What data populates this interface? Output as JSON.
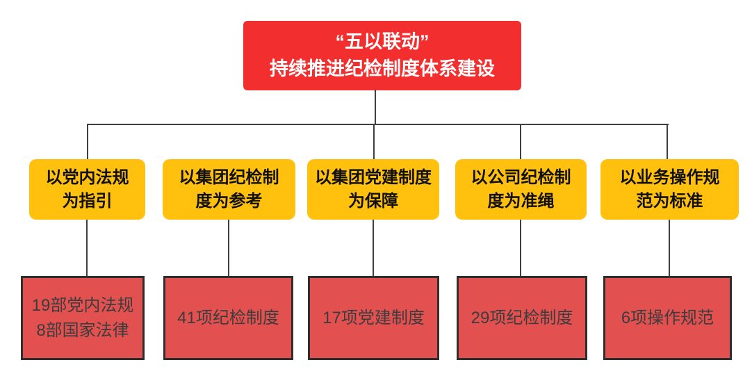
{
  "root": {
    "label": "“五以联动”\n持续推进纪检制度体系建设"
  },
  "branches": [
    {
      "label": "以党内法规\n为指引",
      "result": "19部党内法规\n8部国家法律"
    },
    {
      "label": "以集团纪检制\n度为参考",
      "result": "41项纪检制度"
    },
    {
      "label": "以集团党建制度\n为保障",
      "result": "17项党建制度"
    },
    {
      "label": "以公司纪检制\n度为准绳",
      "result": "29项纪检制度"
    },
    {
      "label": "以业务操作规\n范为标准",
      "result": "6项操作规范"
    }
  ],
  "counts": {
    "party_regulations": 19,
    "national_laws": 8,
    "group_discipline_systems": 41,
    "party_building_systems": 17,
    "company_discipline_systems": 29,
    "operation_standards": 6
  },
  "colors": {
    "root_bg": "#F32E2E",
    "root_text": "#FFFFFF",
    "branch_bg": "#FFC10E",
    "branch_text": "#111111",
    "result_bg": "#E25150",
    "result_border": "#2E2E2E",
    "result_text": "#3C3C3C",
    "connector": "#3F3F3F"
  }
}
